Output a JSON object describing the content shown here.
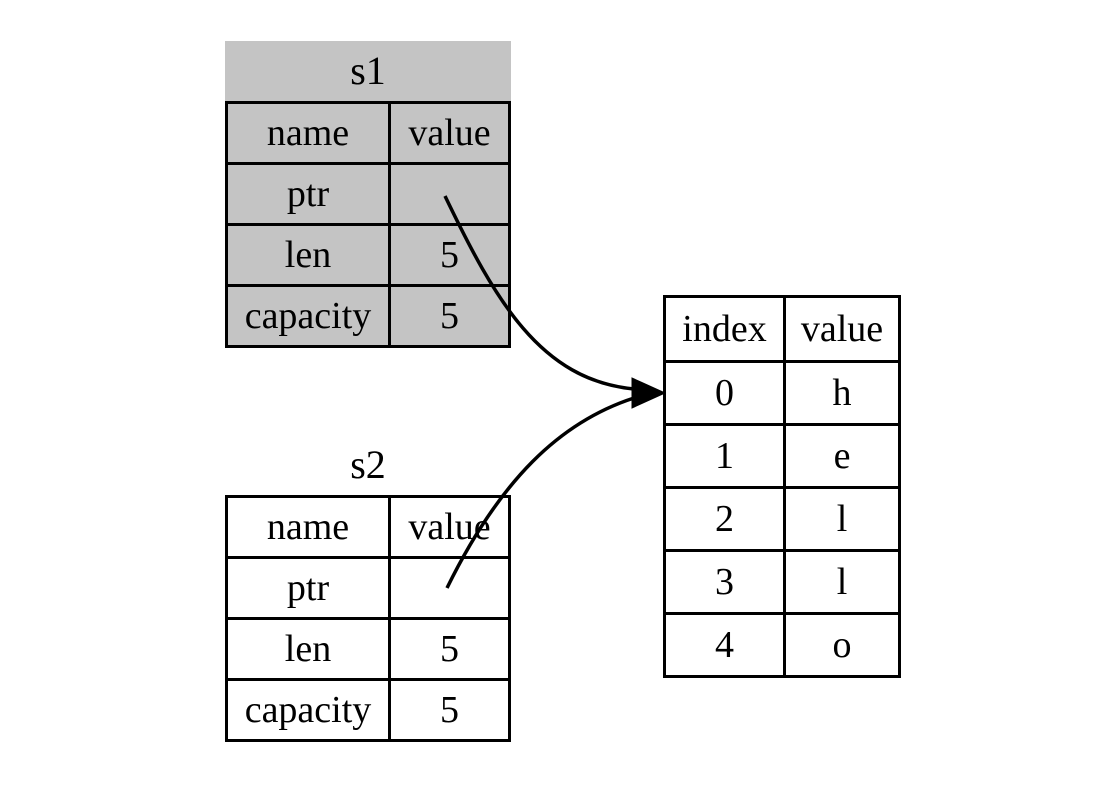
{
  "colors": {
    "s1_fill": "#c4c4c4",
    "s2_fill": "#ffffff",
    "heap_fill": "#ffffff",
    "border": "#000000",
    "arrow": "#000000"
  },
  "tables": {
    "s1": {
      "title": "s1",
      "columns": [
        "name",
        "value"
      ],
      "rows": [
        {
          "name": "ptr",
          "value": ""
        },
        {
          "name": "len",
          "value": "5"
        },
        {
          "name": "capacity",
          "value": "5"
        }
      ]
    },
    "s2": {
      "title": "s2",
      "columns": [
        "name",
        "value"
      ],
      "rows": [
        {
          "name": "ptr",
          "value": ""
        },
        {
          "name": "len",
          "value": "5"
        },
        {
          "name": "capacity",
          "value": "5"
        }
      ]
    },
    "heap": {
      "columns": [
        "index",
        "value"
      ],
      "rows": [
        {
          "index": "0",
          "value": "h"
        },
        {
          "index": "1",
          "value": "e"
        },
        {
          "index": "2",
          "value": "l"
        },
        {
          "index": "3",
          "value": "l"
        },
        {
          "index": "4",
          "value": "o"
        }
      ]
    }
  },
  "arrows": [
    {
      "from": "s1.ptr",
      "to": "heap.row.0"
    },
    {
      "from": "s2.ptr",
      "to": "heap.row.0"
    }
  ]
}
